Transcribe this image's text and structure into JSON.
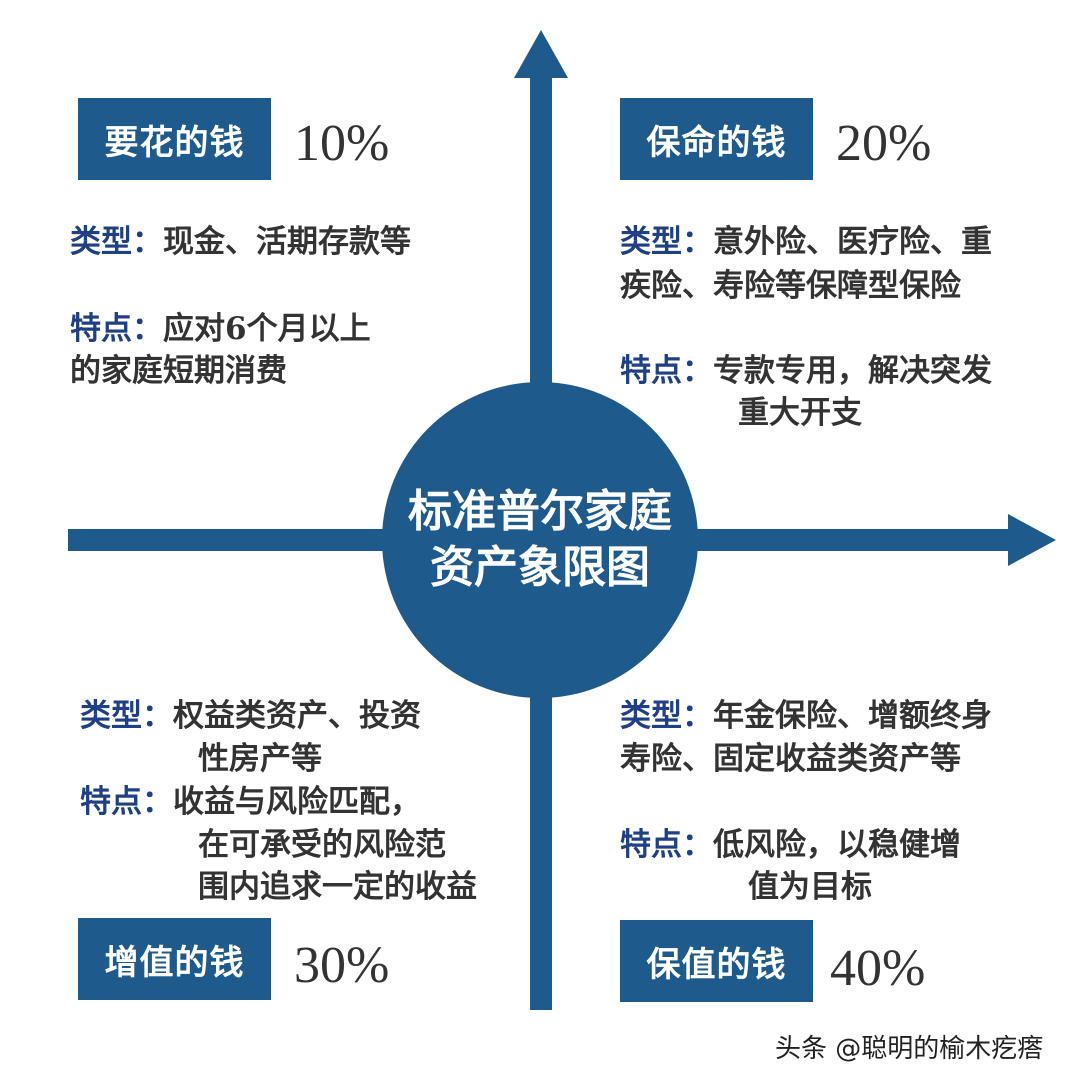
{
  "title_line1": "标准普尔家庭",
  "title_line2": "资产象限图",
  "accent_color": "#1e5a8c",
  "label_color": "#1f3f86",
  "quadrants": {
    "top_left": {
      "name": "要花的钱",
      "percent": "10%",
      "type_label": "类型：",
      "type_lines": [
        "现金、活期存款等"
      ],
      "feature_label": "特点：",
      "feature_lines": [
        "应对6个月以上",
        "的家庭短期消费"
      ]
    },
    "top_right": {
      "name": "保命的钱",
      "percent": "20%",
      "type_label": "类型：",
      "type_lines": [
        "意外险、医疗险、重",
        "疾险、寿险等保障型保险"
      ],
      "feature_label": "特点：",
      "feature_lines": [
        "专款专用，解决突发",
        "重大开支"
      ]
    },
    "bottom_left": {
      "name": "增值的钱",
      "percent": "30%",
      "type_label": "类型：",
      "type_lines": [
        "权益类资产、投资",
        "性房产等"
      ],
      "feature_label": "特点：",
      "feature_lines": [
        "收益与风险匹配，",
        "在可承受的风险范",
        "围内追求一定的收益"
      ]
    },
    "bottom_right": {
      "name": "保值的钱",
      "percent": "40%",
      "type_label": "类型：",
      "type_lines": [
        "年金保险、增额终身",
        "寿险、固定收益类资产等"
      ],
      "feature_label": "特点：",
      "feature_lines": [
        "低风险，以稳健增",
        "值为目标"
      ]
    }
  },
  "watermark": "头条 @聪明的榆木疙瘩"
}
